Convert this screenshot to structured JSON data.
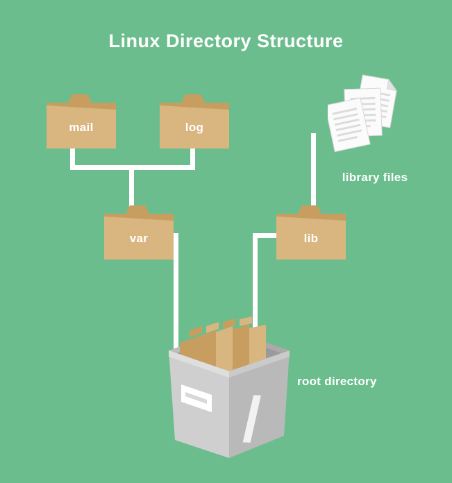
{
  "title": "Linux Directory Structure",
  "folders": {
    "mail": "mail",
    "log": "log",
    "var": "var",
    "lib": "lib"
  },
  "labels": {
    "library_files": "library files",
    "root_directory": "root directory",
    "root_slash": "/"
  },
  "connections": [
    {
      "from": "mail",
      "to": "var"
    },
    {
      "from": "log",
      "to": "var"
    },
    {
      "from": "var",
      "to": "root"
    },
    {
      "from": "lib",
      "to": "root"
    },
    {
      "from": "lib",
      "to": "library_files"
    }
  ],
  "colors": {
    "background": "#6cbd8d",
    "connector": "#ffffff",
    "folder_front": "#d9b57f",
    "folder_back": "#c79e60",
    "box_left_face": "#cfcfcf",
    "box_right_face": "#b9b9b9",
    "box_interior": "#9a9a9a",
    "page": "#fbfbfb",
    "page_line": "#dcdcdc",
    "text": "#ffffff"
  }
}
